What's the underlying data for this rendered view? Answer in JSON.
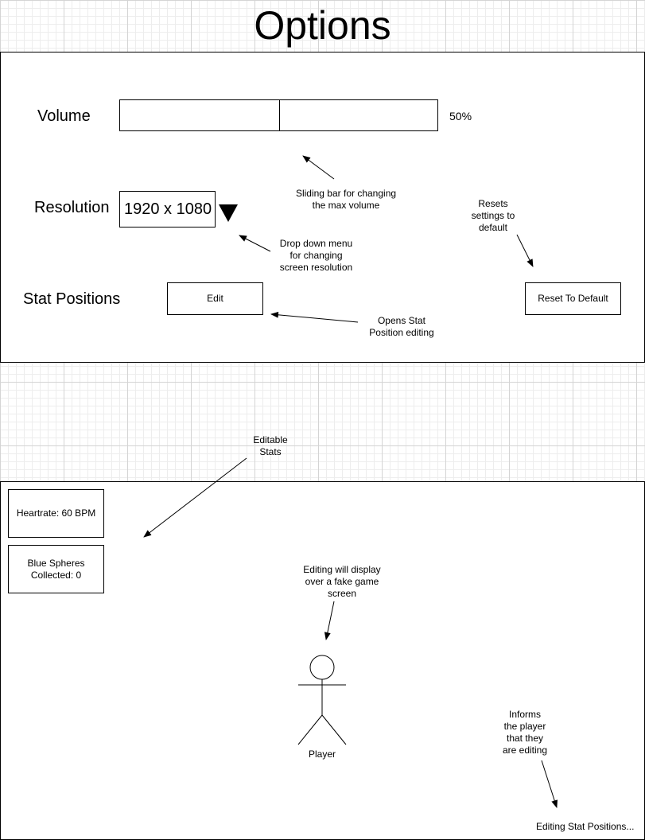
{
  "page_title": "Options",
  "options_panel": {
    "volume": {
      "label": "Volume",
      "value_text": "50%",
      "level": 0.5
    },
    "resolution": {
      "label": "Resolution",
      "selected": "1920 x 1080"
    },
    "stat_positions": {
      "label": "Stat Positions",
      "edit_button": "Edit"
    },
    "reset_button": "Reset To Default"
  },
  "options_notes": {
    "slider_note": [
      "Sliding bar for changing",
      "the max volume"
    ],
    "dropdown_note": [
      "Drop down menu",
      "for changing",
      "screen resolution"
    ],
    "reset_note": [
      "Resets",
      "settings to",
      "default"
    ],
    "edit_note": [
      "Opens Stat",
      "Position editing"
    ]
  },
  "editor_notes": {
    "stats_note": [
      "Editable",
      "Stats"
    ],
    "game_note": [
      "Editing will display",
      "over a fake game",
      "screen"
    ],
    "status_note": [
      "Informs",
      "the player",
      "that they",
      "are editing"
    ]
  },
  "editor_screen": {
    "stat_heartrate": "Heartrate: 60 BPM",
    "stat_spheres": [
      "Blue Spheres",
      "Collected: 0"
    ],
    "player_label": "Player",
    "status_text": "Editing Stat Positions..."
  }
}
